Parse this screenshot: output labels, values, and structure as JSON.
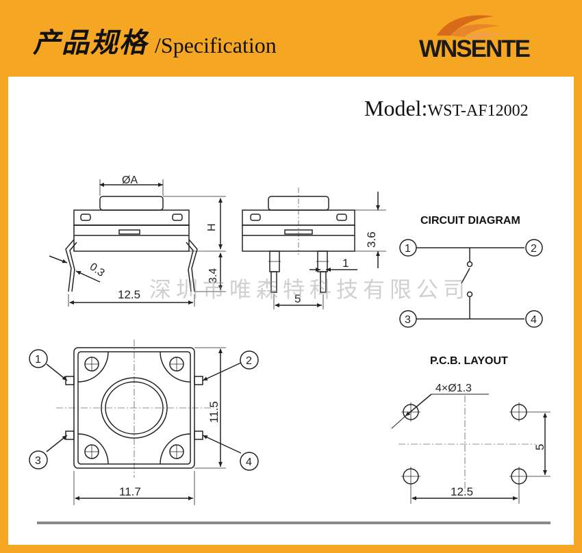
{
  "header": {
    "title_cn": "产品规格",
    "title_en": "/Specification",
    "brand": "WNSENTE"
  },
  "model": {
    "label": "Model:",
    "number": "WST-AF12002"
  },
  "watermark": "深圳市唯森特科技有限公司",
  "side_view": {
    "dia_label": "ØA",
    "height_label": "H",
    "lead_len": "3.4",
    "lead_thick": "0.3",
    "width": "12.5"
  },
  "front_view": {
    "height": "3.6",
    "pitch": "5",
    "pin_width": "1"
  },
  "circuit": {
    "title": "CIRCUIT DIAGRAM",
    "pins": [
      "1",
      "2",
      "3",
      "4"
    ]
  },
  "top_view": {
    "width": "11.7",
    "height": "11.5",
    "pins": [
      "1",
      "2",
      "3",
      "4"
    ]
  },
  "pcb": {
    "title": "P.C.B. LAYOUT",
    "holes": "4×Ø1.3",
    "pitch_x": "12.5",
    "pitch_y": "5"
  },
  "colors": {
    "background": "#f5a623",
    "panel": "#ffffff",
    "ink": "#222222"
  }
}
